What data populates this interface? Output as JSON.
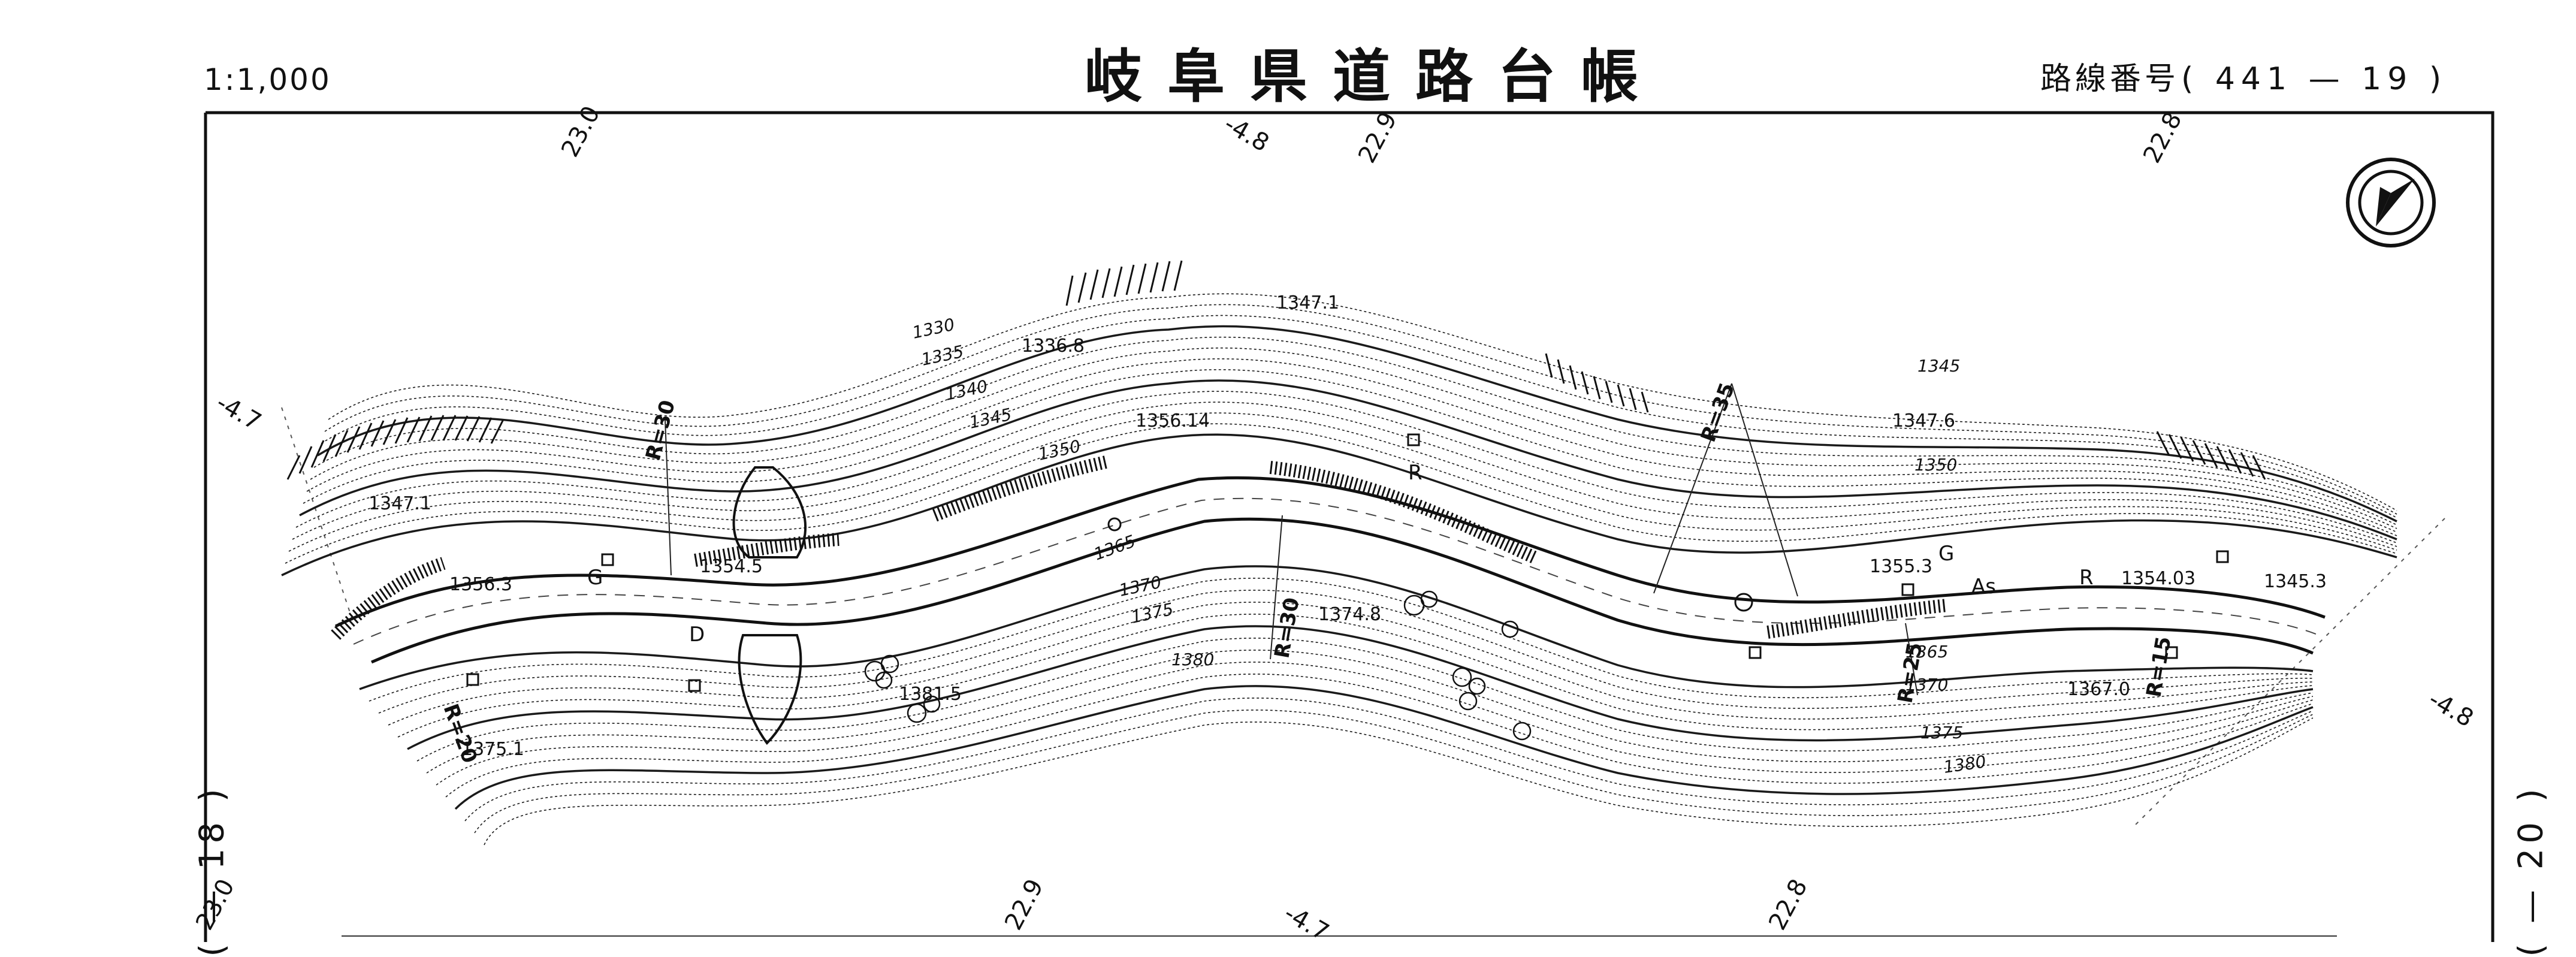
{
  "header": {
    "scale": "1:1,000",
    "title": "岐阜県道路台帳",
    "route_label": "路線番号",
    "route_number": "( 441 — 19 )"
  },
  "adjacent_sheets": {
    "previous": "( — 18 )",
    "next": "( — 20 )"
  },
  "frame_coords": {
    "top": [
      "23.0",
      "-4.8",
      "22.9",
      "22.8"
    ],
    "bottom": [
      "23.0",
      "22.9",
      "-4.7",
      "22.8"
    ],
    "left": "-4.7",
    "right": "-4.8"
  },
  "elevations": [
    "1336.8",
    "1347.1",
    "1347.1",
    "1356.14",
    "1354.5",
    "1355.3",
    "1347.6",
    "1354.03",
    "1345.3",
    "1374.8",
    "1381.5",
    "1367.0",
    "1375.1",
    "1356.3"
  ],
  "contours": [
    "1330",
    "1335",
    "1340",
    "1345",
    "1350",
    "1365",
    "1370",
    "1375",
    "1380",
    "1345",
    "1350",
    "1365",
    "1370",
    "1375",
    "1380"
  ],
  "curve_radii": [
    "R=30",
    "R=30",
    "R=20",
    "R=35",
    "R=25",
    "R=15"
  ],
  "road_marks": [
    "G",
    "G",
    "As",
    "D",
    "R",
    "R"
  ],
  "north_arrow_icon": "north-arrow-icon",
  "colors": {
    "ink": "#111111",
    "paper": "#ffffff"
  }
}
